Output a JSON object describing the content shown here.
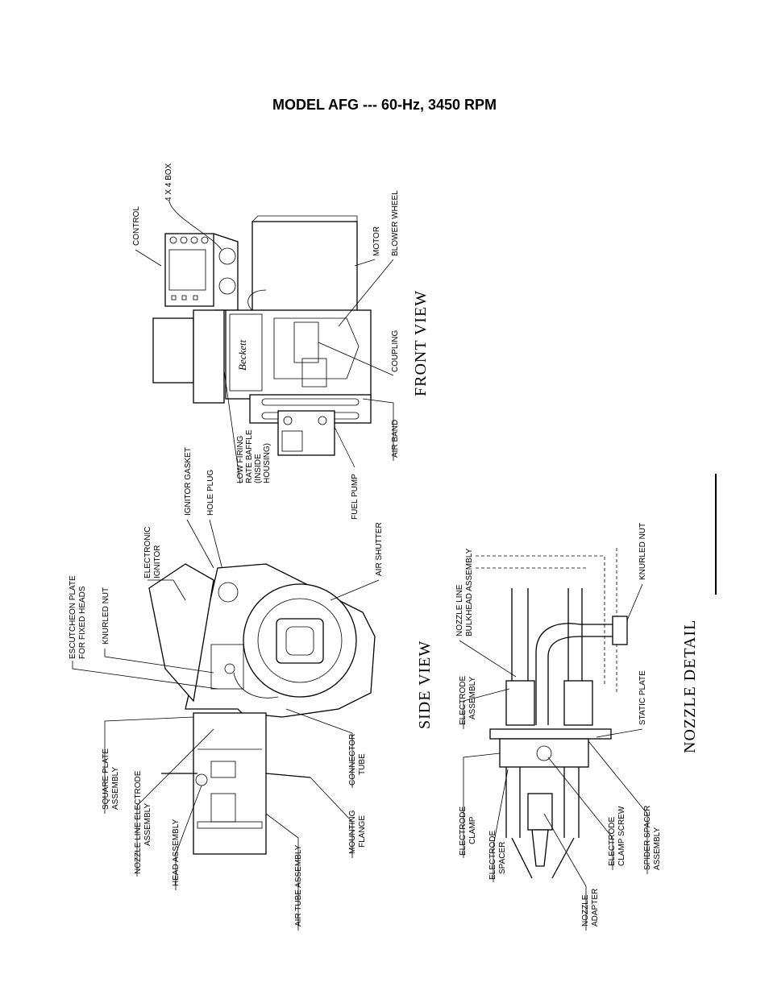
{
  "title": "MODEL AFG --- 60-Hz, 3450 RPM",
  "front_view": {
    "heading": "FRONT VIEW",
    "labels": {
      "box": "4 X 4 BOX",
      "control": "CONTROL",
      "motor": "MOTOR",
      "blower_wheel": "BLOWER WHEEL",
      "coupling": "COUPLING",
      "air_band": "AIR BAND",
      "fuel_pump": "FUEL PUMP",
      "low_firing": [
        "LOW FIRING",
        "RATE BAFFLE",
        "(INSIDE",
        "HOUSING)"
      ],
      "ignitor_gasket": "IGNITOR GASKET",
      "hole_plug": "HOLE PLUG"
    }
  },
  "side_view": {
    "heading": "SIDE VIEW",
    "labels": {
      "electronic_ignitor": [
        "ELECTRONIC",
        "IGNITOR"
      ],
      "air_shutter": "AIR SHUTTER",
      "escutcheon": [
        "ESCUTCHEON PLATE",
        "FOR FIXED HEADS"
      ],
      "knurled_nut": "KNURLED NUT",
      "square_plate": [
        "SQUARE PLATE",
        "ASSEMBLY"
      ],
      "nozzle_line_electrode": [
        "NOZZLE LINE ELECTRODE",
        "ASSEMBLY"
      ],
      "head_assembly": "HEAD ASSEMBLY",
      "air_tube": "AIR TUBE ASSEMBLY",
      "mounting_flange": [
        "MOUNTING",
        "FLANGE"
      ],
      "connector_tube": [
        "CONNECTOR",
        "TUBE"
      ]
    }
  },
  "nozzle_detail": {
    "heading": "NOZZLE DETAIL",
    "labels": {
      "bulkhead": [
        "NOZZLE LINE",
        "BULKHEAD ASSEMBLY"
      ],
      "electrode_assembly": [
        "ELECTRODE",
        "ASSEMBLY"
      ],
      "static_plate": "STATIC PLATE",
      "knurled_nut": "KNURLED NUT",
      "electrode_clamp": [
        "ELECTRODE",
        "CLAMP"
      ],
      "electrode_spacer": [
        "ELECTRODE",
        "SPACER"
      ],
      "nozzle_adapter": [
        "NOZZLE",
        "ADAPTER"
      ],
      "clamp_screw": [
        "ELECTRODE",
        "CLAMP SCREW"
      ],
      "spider_spacer": [
        "SPIDER SPACER",
        "ASSEMBLY"
      ]
    }
  }
}
